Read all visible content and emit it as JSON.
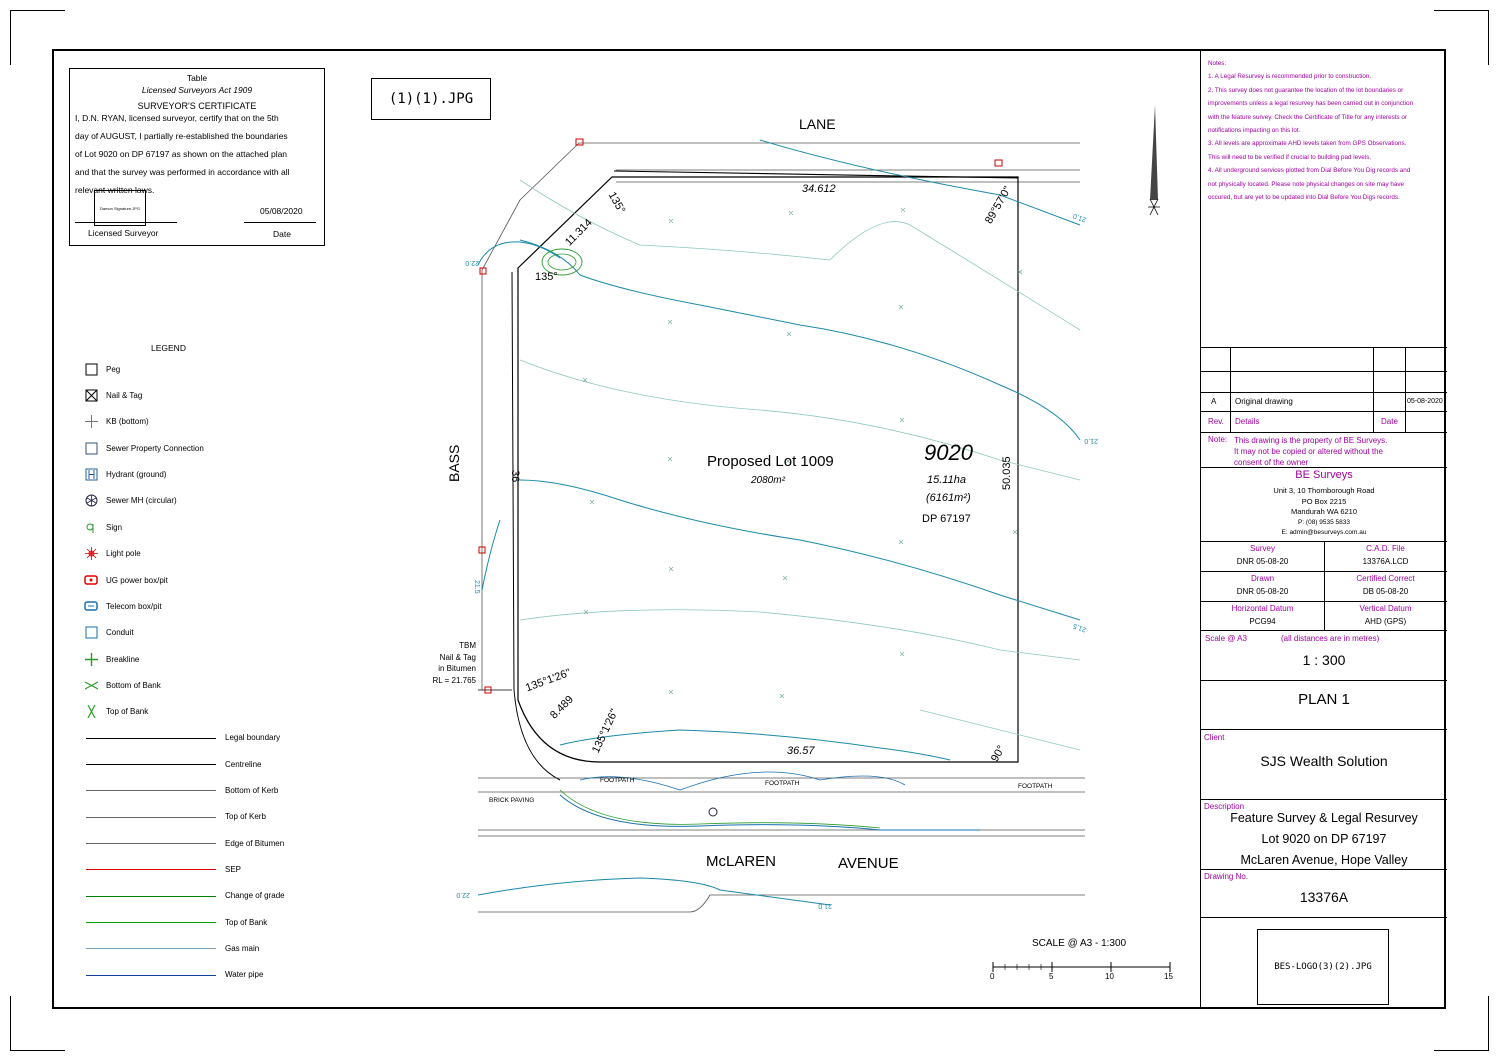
{
  "certificate": {
    "table_label": "Table",
    "act": "Licensed Surveyors Act 1909",
    "heading": "SURVEYOR'S CERTIFICATE",
    "lines": [
      "I, D.N. RYAN, licensed surveyor, certify that on the 5th",
      "day of AUGUST, I partially re-established the boundaries",
      "of Lot 9020 on DP 67197 as shown on the attached plan",
      "and that the survey was performed in accordance with all",
      "relevant written laws."
    ],
    "signature_image": "Damon Signature.JPG",
    "date_value": "05/08/2020",
    "signature_label": "Licensed Surveyor",
    "date_label": "Date"
  },
  "image_placeholder_top": "(1)(1).JPG",
  "image_placeholder_logo": "BES-LOGO(3)(2).JPG",
  "legend": {
    "title": "LEGEND",
    "symbols": [
      {
        "label": "Peg",
        "icon": "peg-icon"
      },
      {
        "label": "Nail & Tag",
        "icon": "nail-tag-icon"
      },
      {
        "label": "KB (bottom)",
        "icon": "kb-bottom-icon"
      },
      {
        "label": "Sewer Property Connection",
        "icon": "sewer-connection-icon"
      },
      {
        "label": "Hydrant (ground)",
        "icon": "hydrant-icon"
      },
      {
        "label": "Sewer MH (circular)",
        "icon": "sewer-mh-icon"
      },
      {
        "label": "Sign",
        "icon": "sign-icon"
      },
      {
        "label": "Light pole",
        "icon": "light-pole-icon"
      },
      {
        "label": "UG power box/pit",
        "icon": "power-box-icon"
      },
      {
        "label": "Telecom box/pit",
        "icon": "telecom-box-icon"
      },
      {
        "label": "Conduit",
        "icon": "conduit-icon"
      },
      {
        "label": "Breakline",
        "icon": "breakline-icon"
      },
      {
        "label": "Bottom of Bank",
        "icon": "bottom-bank-icon"
      },
      {
        "label": "Top of Bank",
        "icon": "top-bank-icon"
      }
    ],
    "lines": [
      {
        "label": "Legal boundary",
        "color": "#000000"
      },
      {
        "label": "Centreline",
        "color": "#000000"
      },
      {
        "label": "Bottom of Kerb",
        "color": "#555555"
      },
      {
        "label": "Top of Kerb",
        "color": "#555555"
      },
      {
        "label": "Edge of Bitumen",
        "color": "#555555"
      },
      {
        "label": "SEP",
        "color": "#e00000"
      },
      {
        "label": "Change of grade",
        "color": "#008000"
      },
      {
        "label": "Top of Bank",
        "color": "#00a000"
      },
      {
        "label": "Gas main",
        "color": "#7aa0c0"
      },
      {
        "label": "Water pipe",
        "color": "#1040a0"
      }
    ]
  },
  "plan": {
    "street_top": "LANE",
    "street_left": "BASS",
    "street_bottom_1": "McLAREN",
    "street_bottom_2": "AVENUE",
    "lot_label": "Proposed Lot 1009",
    "lot_area": "2080m²",
    "parent_lot": "9020",
    "parent_area": "15.11ha",
    "parent_area_sub": "(6161m²)",
    "parent_dp": "DP 67197",
    "dim_top": "34.612",
    "dim_right": "50.035",
    "dim_bottom": "36.57",
    "dim_corner_top": "11.314",
    "dim_corner_bottom": "8.489",
    "dim_left": "36",
    "angle_top_right": "89°57'0\"",
    "angle_top_left_1": "135°",
    "angle_top_left_2": "135°",
    "angle_bottom_left_1": "135°1'26\"",
    "angle_bottom_left_2": "135°1'26\"",
    "angle_bottom_right": "90°",
    "tbm_lines": [
      "TBM",
      "Nail & Tag",
      "in Bitumen",
      "RL = 21.765"
    ],
    "footpath": "FOOTPATH",
    "brick_paving": "BRICK PAVING",
    "contour_labels": [
      "21.0",
      "21.5",
      "21.0",
      "22.0",
      "21.5",
      "21.0",
      "22.0"
    ],
    "scale_title": "SCALE @ A3 - 1:300",
    "scale_ticks": [
      "0",
      "5",
      "10",
      "15"
    ]
  },
  "notes": {
    "title": "Notes:",
    "items": [
      "1. A Legal Resurvey is recommended prior to construction.",
      "2. This survey does not guarantee the location of the lot boundaries or",
      "improvements unless a legal resurvey has been carried out in conjunction",
      "with the feature survey. Check the Certificate of Title for any interests or",
      "notifications impacting on this lot.",
      "3. All levels are approximate AHD levels taken from GPS Observations.",
      "This will need to be verified if crucial to building pad levels.",
      "4. All underground services plotted from Dial Before You Dig records and",
      "not physically located. Please note physical changes on site may have",
      "occured, but are yet to be updated into Dial Before You Digs records."
    ]
  },
  "revision": {
    "rev": "A",
    "details": "Original drawing",
    "date": "05-08-2020",
    "rev_label": "Rev.",
    "details_label": "Details",
    "date_label": "Date"
  },
  "copyright_note": {
    "label": "Note:",
    "lines": [
      "This drawing is the property of BE Surveys.",
      "It may not be copied or altered without the",
      "consent of the owner"
    ]
  },
  "company": {
    "name": "BE Surveys",
    "lines": [
      "Unit 3, 10 Thornborough Road",
      "PO Box 2215",
      "Mandurah WA 6210",
      "P: (08) 9535 5833",
      "E: admin@besurveys.com.au"
    ]
  },
  "titleblock": {
    "survey_label": "Survey",
    "survey_value": "DNR   05-08-20",
    "cad_label": "C.A.D. File",
    "cad_value": "13376A.LCD",
    "drawn_label": "Drawn",
    "drawn_value": "DNR   05-08-20",
    "certified_label": "Certified Correct",
    "certified_value": "DB   05-08-20",
    "hdatum_label": "Horizontal Datum",
    "hdatum_value": "PCG94",
    "vdatum_label": "Vertical Datum",
    "vdatum_value": "AHD (GPS)",
    "scale_label": "Scale @ A3",
    "scale_note": "(all distances are in metres)",
    "scale_value": "1 : 300",
    "plan_value": "PLAN 1",
    "client_label": "Client",
    "client_value": "SJS Wealth Solution",
    "desc_label": "Description",
    "desc_lines": [
      "Feature Survey & Legal Resurvey",
      "Lot 9020 on DP 67197",
      "McLaren Avenue, Hope Valley"
    ],
    "drawing_label": "Drawing No.",
    "drawing_value": "13376A"
  },
  "colors": {
    "boundary": "#000000",
    "contour": "#1a8aa8",
    "contour_light": "#8fc7c0",
    "notes": "#a000a0",
    "green": "#2a9a2a",
    "red": "#d00000"
  }
}
